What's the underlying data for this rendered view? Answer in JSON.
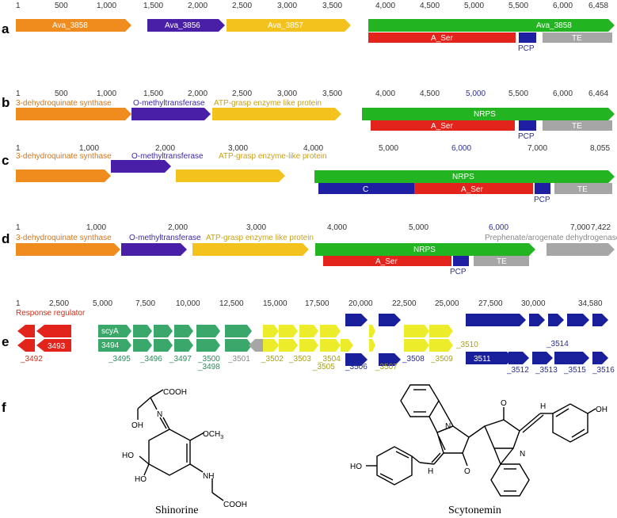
{
  "colors": {
    "orange": "#f08c1e",
    "purple": "#4a1fa8",
    "yellow": "#f4c21c",
    "green": "#23b521",
    "red": "#e3241c",
    "blue": "#1f1fa3",
    "grey": "#a6a6a6",
    "teal": "#3aa86a",
    "brightyellow": "#ecec2a",
    "navy": "#1a1f9c",
    "annOrange": "#d2761a",
    "annPurple": "#3a2aa0",
    "annGold": "#c8a01a",
    "annGreen": "#2a8a5a",
    "annOlive": "#a8a01a",
    "annNavy": "#2a2f8f",
    "annGrey": "#888888",
    "annRed": "#c8301a"
  },
  "panels": {
    "a": "a",
    "b": "b",
    "c": "c",
    "d": "d",
    "e": "e",
    "f": "f"
  },
  "ticks": {
    "a": [
      "1",
      "500",
      "1,000",
      "1,500",
      "2,000",
      "2,500",
      "3,000",
      "3,500",
      "4,000",
      "4,500",
      "5,000",
      "5,500",
      "6,000",
      "6,458"
    ],
    "b": [
      "1",
      "500",
      "1,000",
      "1,500",
      "2,000",
      "2,500",
      "3,000",
      "3,500",
      "4,000",
      "4,500",
      "5,000",
      "5,500",
      "6,000",
      "6,464"
    ],
    "c": [
      "1",
      "1,000",
      "2,000",
      "3,000",
      "4,000",
      "5,000",
      "6,000",
      "7,000",
      "8,055"
    ],
    "d": [
      "1",
      "1,000",
      "2,000",
      "3,000",
      "4,000",
      "5,000",
      "6,000",
      "7,000",
      "7,422"
    ],
    "e": [
      "1",
      "2,500",
      "5,000",
      "7,500",
      "10,000",
      "12,500",
      "15,000",
      "17,500",
      "20,000",
      "22,500",
      "25,000",
      "27,500",
      "30,000",
      "34,580"
    ]
  },
  "genes": {
    "a": [
      "Ava_3858",
      "Ava_3856",
      "Ava_3857",
      "Ava_3858"
    ],
    "a_domains": [
      "A_Ser",
      "PCP",
      "TE"
    ],
    "b": [
      "3-dehydroquinate synthase",
      "O-methyltransferase",
      "ATP-grasp enzyme like protein",
      "NRPS"
    ],
    "b_domains": [
      "A_Ser",
      "PCP",
      "TE"
    ],
    "c": [
      "3-dehydroquinate synthase",
      "O-methyltransferase",
      "ATP-grasp enzyme-like protein",
      "NRPS"
    ],
    "c_domains": [
      "C",
      "A_Ser",
      "PCP",
      "TE"
    ],
    "d": [
      "3-dehydroquinate synthase",
      "O-methyltransferase",
      "ATP-grasp enzyme like protein",
      "NRPS",
      "Prephenate/arogenate dehydrogenase"
    ],
    "d_domains": [
      "A_Ser",
      "PCP",
      "TE"
    ],
    "e": {
      "regulator": "Response regulator",
      "g3493": "3493",
      "g3492": "_3492",
      "scyA": "scyA",
      "g3494": "3494",
      "g3495": "_3495",
      "g3496": "_3496",
      "g3497": "_3497",
      "g3498": "_3498",
      "g3500": "_3500",
      "g3501": "_3501",
      "g3502": "_3502",
      "g3503": "_3503",
      "g3504": "_3504",
      "g3505": "_3505",
      "g3506": "_3506",
      "g3507": "_3507",
      "g3508": "_3508",
      "g3509": "_3509",
      "g3510": "_3510",
      "g3511": "3511",
      "g3512": "_3512",
      "g3513": "_3513",
      "g3514": "_3514",
      "g3515": "_3515",
      "g3516": "_3516"
    }
  },
  "molecules": {
    "shinorine": "Shinorine",
    "scytonemin": "Scytonemin",
    "cooh": "COOH",
    "och3": "OCH",
    "och3sub": "3",
    "oh": "OH",
    "ho": "HO",
    "n": "N",
    "nh": "NH",
    "o": "O",
    "h": "H"
  }
}
